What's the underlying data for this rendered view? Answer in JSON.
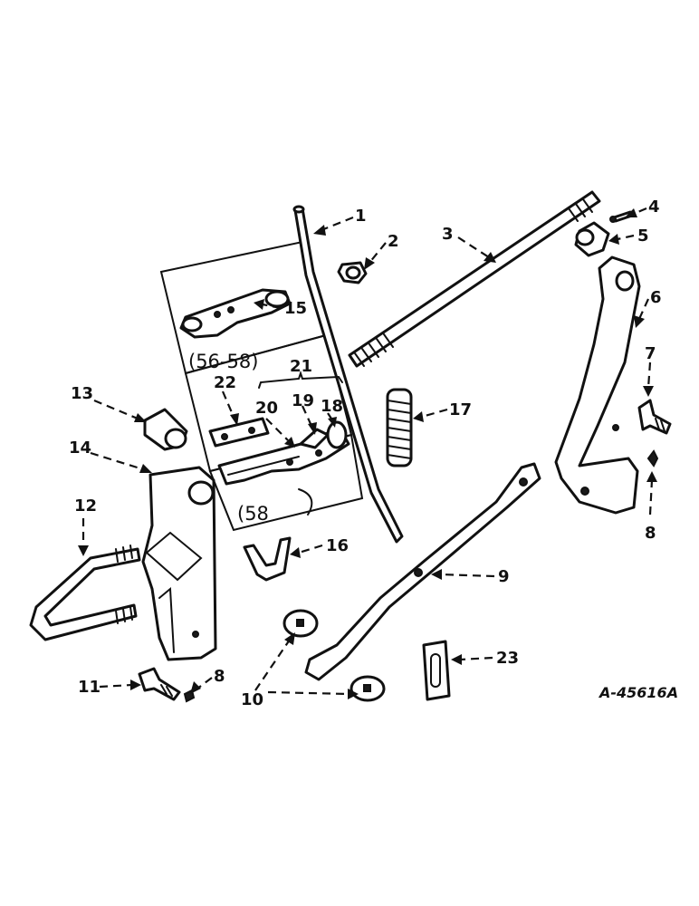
{
  "callouts": {
    "c1": "1",
    "c2": "2",
    "c3": "3",
    "c4": "4",
    "c5": "5",
    "c6": "6",
    "c7": "7",
    "c8a": "8",
    "c8b": "8",
    "c9": "9",
    "c10": "10",
    "c11": "11",
    "c12": "12",
    "c13": "13",
    "c14": "14",
    "c15": "15",
    "c16": "16",
    "c17": "17",
    "c18": "18",
    "c19": "19",
    "c20": "20",
    "c21": "21",
    "c22": "22",
    "c23": "23"
  },
  "inset_top_label": "(56-58)",
  "inset_bottom_label": "(58",
  "reference_code": "A-45616A"
}
